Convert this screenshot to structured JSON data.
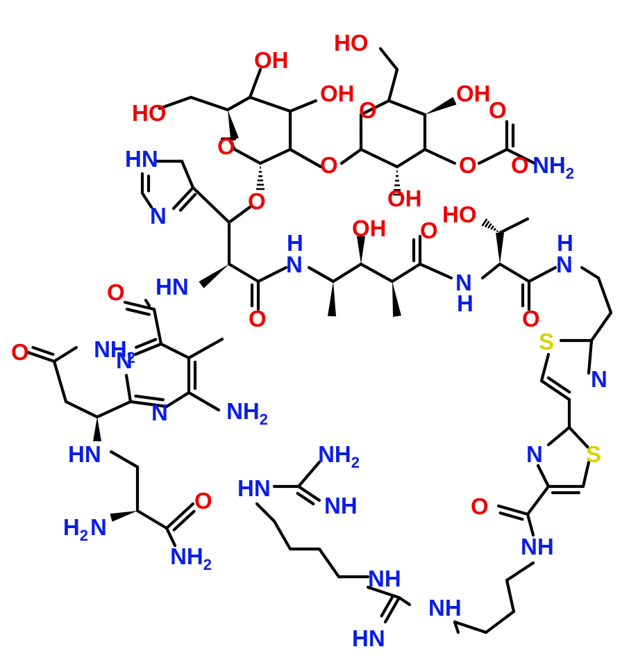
{
  "colors": {
    "O": "#ee0000",
    "N": "#0a1ee6",
    "S": "#d8d400",
    "bond": "#000000"
  },
  "labels": [
    {
      "id": "a1",
      "main": "HO",
      "sub": "",
      "el": "O"
    },
    {
      "id": "a2",
      "main": "OH",
      "sub": "",
      "el": "O"
    },
    {
      "id": "a3",
      "main": "OH",
      "sub": "",
      "el": "O"
    },
    {
      "id": "a4",
      "main": "OH",
      "sub": "",
      "el": "O"
    },
    {
      "id": "a5",
      "main": "HO",
      "sub": "",
      "el": "O"
    },
    {
      "id": "a6",
      "main": "O",
      "sub": "",
      "el": "O"
    },
    {
      "id": "a7",
      "main": "O",
      "sub": "",
      "el": "O"
    },
    {
      "id": "a8",
      "main": "O",
      "sub": "",
      "el": "O"
    },
    {
      "id": "a9",
      "main": "O",
      "sub": "",
      "el": "O"
    },
    {
      "id": "a10",
      "main": "O",
      "sub": "",
      "el": "O"
    },
    {
      "id": "a11",
      "main": "O",
      "sub": "",
      "el": "O"
    },
    {
      "id": "a12",
      "main": "NH",
      "sub": "2",
      "el": "N"
    },
    {
      "id": "a13",
      "main": "OH",
      "sub": "",
      "el": "O"
    },
    {
      "id": "a14",
      "main": "HN",
      "sub": "",
      "el": "N"
    },
    {
      "id": "a15",
      "main": "N",
      "sub": "",
      "el": "N"
    },
    {
      "id": "a16",
      "main": "O",
      "sub": "",
      "el": "O"
    },
    {
      "id": "a17",
      "main": "HO",
      "sub": "",
      "el": "O"
    },
    {
      "id": "a18",
      "main": "OH",
      "sub": "",
      "el": "O"
    },
    {
      "id": "a19",
      "main": "O",
      "sub": "",
      "el": "O"
    },
    {
      "id": "a20",
      "main": "N",
      "sub": "",
      "el": "N"
    },
    {
      "id": "a21",
      "main": "H",
      "sub": "",
      "el": "N"
    },
    {
      "id": "a22",
      "main": "N",
      "sub": "",
      "el": "N"
    },
    {
      "id": "a23",
      "main": "H",
      "sub": "",
      "el": "N"
    },
    {
      "id": "a24",
      "main": "N",
      "sub": "",
      "el": "N"
    },
    {
      "id": "a25",
      "main": "H",
      "sub": "",
      "el": "N"
    },
    {
      "id": "a26",
      "main": "HN",
      "sub": "",
      "el": "N"
    },
    {
      "id": "a27",
      "main": "O",
      "sub": "",
      "el": "O"
    },
    {
      "id": "a28",
      "main": "O",
      "sub": "",
      "el": "O"
    },
    {
      "id": "a29",
      "main": "O",
      "sub": "",
      "el": "O"
    },
    {
      "id": "a30",
      "main": "O",
      "sub": "",
      "el": "O"
    },
    {
      "id": "a31",
      "main": "NH",
      "sub": "2",
      "el": "N"
    },
    {
      "id": "a32",
      "main": "N",
      "sub": "",
      "el": "N"
    },
    {
      "id": "a33",
      "main": "S",
      "sub": "",
      "el": "S"
    },
    {
      "id": "a34",
      "main": "N",
      "sub": "",
      "el": "N"
    },
    {
      "id": "a35",
      "main": "N",
      "sub": "",
      "el": "N"
    },
    {
      "id": "a36",
      "main": "NH",
      "sub": "2",
      "el": "N"
    },
    {
      "id": "a37",
      "main": "N",
      "sub": "",
      "el": "N"
    },
    {
      "id": "a38",
      "main": "S",
      "sub": "",
      "el": "S"
    },
    {
      "id": "a39",
      "main": "HN",
      "sub": "",
      "el": "N"
    },
    {
      "id": "a40",
      "main": "NH",
      "sub": "2",
      "el": "N"
    },
    {
      "id": "a41",
      "main": "HN",
      "sub": "",
      "el": "N"
    },
    {
      "id": "a42",
      "main": "NH",
      "sub": "",
      "el": "N"
    },
    {
      "id": "a43",
      "main": "O",
      "sub": "",
      "el": "O"
    },
    {
      "id": "a44",
      "main": "H",
      "sub": "2",
      "el": "N"
    },
    {
      "id": "a45",
      "main": "N",
      "sub": "",
      "el": "N"
    },
    {
      "id": "a46",
      "main": "O",
      "sub": "",
      "el": "O"
    },
    {
      "id": "a47",
      "main": "NH",
      "sub": "",
      "el": "N"
    },
    {
      "id": "a48",
      "main": "NH",
      "sub": "2",
      "el": "N"
    },
    {
      "id": "a49",
      "main": "NH",
      "sub": "",
      "el": "N"
    },
    {
      "id": "a50",
      "main": "NH",
      "sub": "",
      "el": "N"
    },
    {
      "id": "a51",
      "main": "HN",
      "sub": "",
      "el": "N"
    }
  ]
}
